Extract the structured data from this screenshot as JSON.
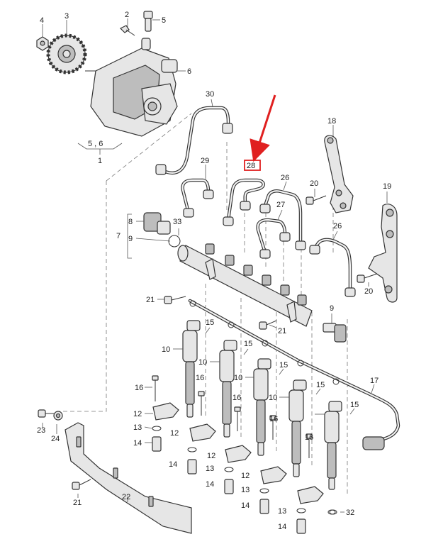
{
  "labels": {
    "p1": "1",
    "p2": "2",
    "p3": "3",
    "p4": "4",
    "p5": "5",
    "p6": "6",
    "p56": "5 , 6",
    "p7": "7",
    "p8": "8",
    "p9a": "9",
    "p9b": "9",
    "p10a": "10",
    "p10b": "10",
    "p10c": "10",
    "p10d": "10",
    "p12a": "12",
    "p12b": "12",
    "p12c": "12",
    "p12d": "12",
    "p13a": "13",
    "p13b": "13",
    "p13c": "13",
    "p13d": "13",
    "p14a": "14",
    "p14b": "14",
    "p14c": "14",
    "p14d": "14",
    "p15a": "15",
    "p15b": "15",
    "p15c": "15",
    "p15d": "15",
    "p15e": "15",
    "p16a": "16",
    "p16b": "16",
    "p16c": "16",
    "p16d": "16",
    "p16e": "16",
    "p17": "17",
    "p18": "18",
    "p19": "19",
    "p20a": "20",
    "p20b": "20",
    "p21a": "21",
    "p21b": "21",
    "p21c": "21",
    "p22": "22",
    "p23": "23",
    "p24": "24",
    "p26a": "26",
    "p26b": "26",
    "p27": "27",
    "p28": "28",
    "p29": "29",
    "p30": "30",
    "p32": "32",
    "p33": "33"
  },
  "highlight": {
    "part": "28",
    "color": "#e02020"
  }
}
